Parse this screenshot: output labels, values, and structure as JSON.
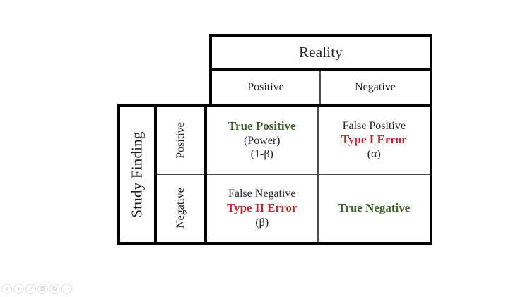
{
  "figure": {
    "column_header": {
      "title": "Reality",
      "subcolumns": [
        "Positive",
        "Negative"
      ]
    },
    "row_header": {
      "title": "Study Finding",
      "subrows": [
        "Positive",
        "Negative"
      ]
    },
    "colors": {
      "correct": "#43632f",
      "error": "#c1272d",
      "text": "#231f20",
      "border": "#000000",
      "inner_rule": "#4c4c4c",
      "background": "#ffffff"
    },
    "cells": [
      {
        "row": "Positive",
        "column": "Positive",
        "lines": [
          {
            "text": "True Positive",
            "style": "green"
          },
          {
            "text": "(Power)",
            "style": "plain"
          },
          {
            "text": "(1-β)",
            "style": "plain"
          }
        ]
      },
      {
        "row": "Positive",
        "column": "Negative",
        "lines": [
          {
            "text": "False Positive",
            "style": "plain"
          },
          {
            "text": "Type I Error",
            "style": "red"
          },
          {
            "text": "(α)",
            "style": "plain"
          }
        ]
      },
      {
        "row": "Negative",
        "column": "Positive",
        "lines": [
          {
            "text": "False Negative",
            "style": "plain"
          },
          {
            "text": "Type II Error",
            "style": "red"
          },
          {
            "text": "(β)",
            "style": "plain"
          }
        ]
      },
      {
        "row": "Negative",
        "column": "Negative",
        "lines": [
          {
            "text": "True Negative",
            "style": "green"
          }
        ]
      }
    ]
  },
  "toolbar": {
    "buttons": [
      {
        "name": "previous-icon",
        "glyph": "triangle-left"
      },
      {
        "name": "play-icon",
        "glyph": "triangle-right"
      },
      {
        "name": "pen-icon",
        "glyph": "pen"
      },
      {
        "name": "copy-icon",
        "glyph": "copy"
      },
      {
        "name": "search-icon",
        "glyph": "magnifier"
      },
      {
        "name": "more-icon",
        "glyph": "ellipsis"
      }
    ]
  }
}
